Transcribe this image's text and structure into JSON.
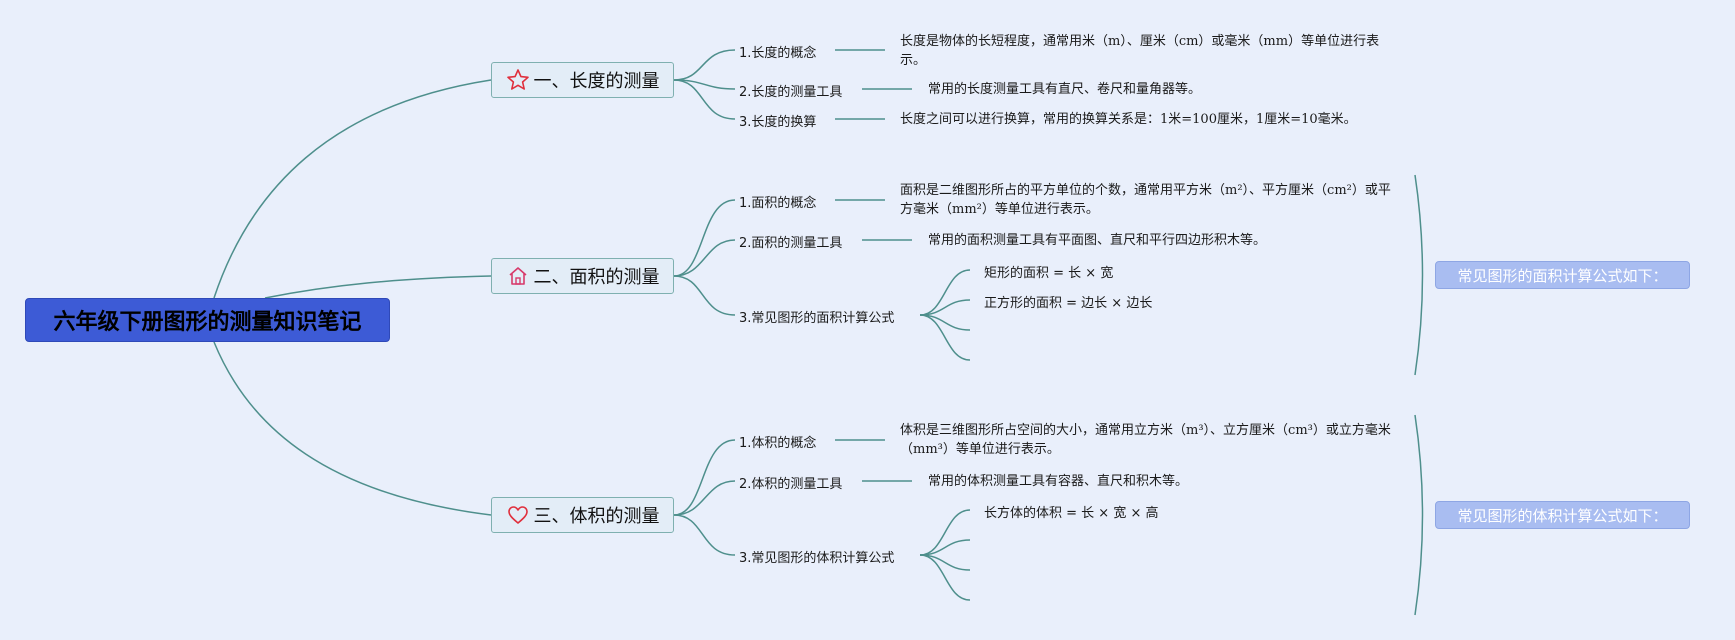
{
  "root": {
    "title": "六年级下册图形的测量知识笔记"
  },
  "colors": {
    "line": "#4e8f8c",
    "root_bg": "#3d5bd6",
    "branch_bg": "#e3edf7",
    "summary_bg": "#a9bdf1",
    "star_icon": "#e02f3c"
  },
  "branches": [
    {
      "title": "一、长度的测量",
      "icon": "star-icon",
      "items": [
        {
          "label": "1.长度的概念",
          "desc": "长度是物体的长短程度，通常用米（m）、厘米（cm）或毫米（mm）等单位进行表示。"
        },
        {
          "label": "2.长度的测量工具",
          "desc": "常用的长度测量工具有直尺、卷尺和量角器等。"
        },
        {
          "label": "3.长度的换算",
          "desc": "长度之间可以进行换算，常用的换算关系是：1米=100厘米，1厘米=10毫米。"
        }
      ]
    },
    {
      "title": "二、面积的测量",
      "icon": "home-icon",
      "items": [
        {
          "label": "1.面积的概念",
          "desc": "面积是二维图形所占的平方单位的个数，通常用平方米（m²）、平方厘米（cm²）或平方毫米（mm²）等单位进行表示。"
        },
        {
          "label": "2.面积的测量工具",
          "desc": "常用的面积测量工具有平面图、直尺和平行四边形积木等。"
        },
        {
          "label": "3.常见图形的面积计算公式",
          "formulas": [
            "矩形的面积 = 长 × 宽",
            "正方形的面积 = 边长 × 边长"
          ]
        }
      ],
      "summary": "常见图形的面积计算公式如下："
    },
    {
      "title": "三、体积的测量",
      "icon": "heart-icon",
      "items": [
        {
          "label": "1.体积的概念",
          "desc": "体积是三维图形所占空间的大小，通常用立方米（m³）、立方厘米（cm³）或立方毫米（mm³）等单位进行表示。"
        },
        {
          "label": "2.体积的测量工具",
          "desc": "常用的体积测量工具有容器、直尺和积木等。"
        },
        {
          "label": "3.常见图形的体积计算公式",
          "formulas": [
            "长方体的体积 = 长 × 宽 × 高"
          ]
        }
      ],
      "summary": "常见图形的体积计算公式如下："
    }
  ]
}
